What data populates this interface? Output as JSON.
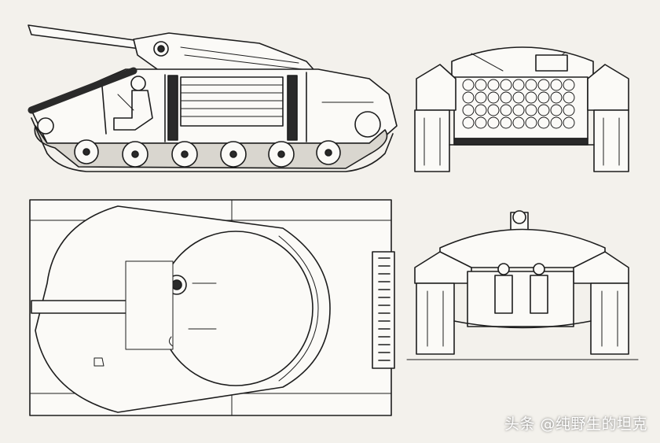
{
  "watermark": {
    "text": "头条 @纯野生的坦克"
  },
  "views": {
    "side": "side-view",
    "top": "top-view",
    "rear": "rear-view",
    "front": "front-view"
  }
}
